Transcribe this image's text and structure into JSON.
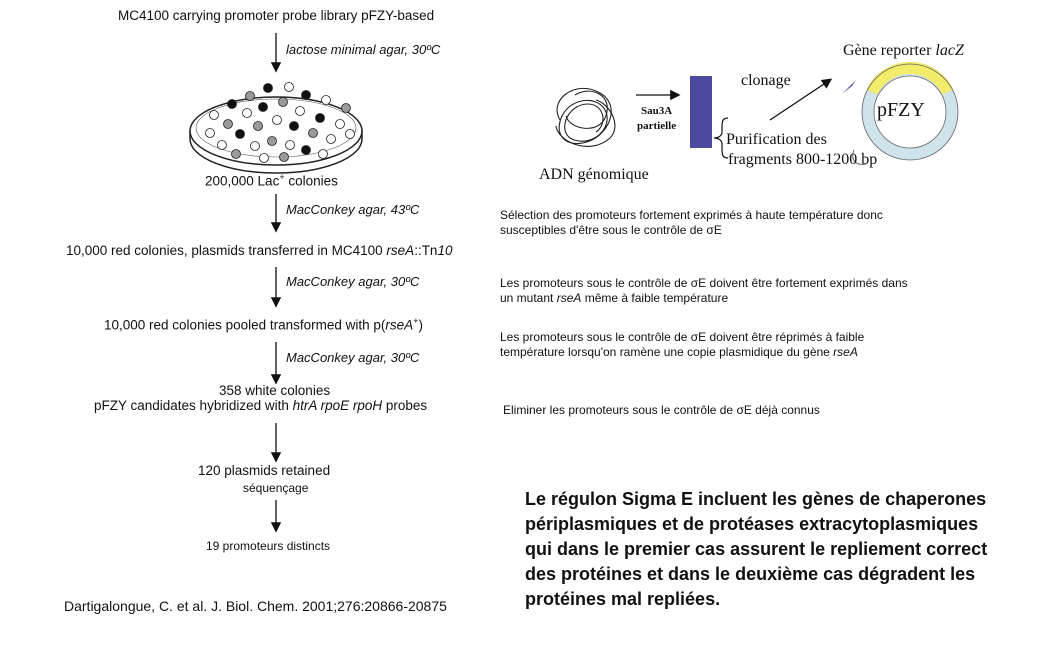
{
  "flow": {
    "start": "MC4100 carrying promoter probe library pFZY-based",
    "cond1": "lactose minimal agar, 30ºC",
    "step1": {
      "prefix": "200,000 Lac",
      "sup": "+",
      "suffix": " colonies"
    },
    "cond2": "MacConkey agar, 43ºC",
    "step2": {
      "prefix": "10,000 red colonies, plasmids  transferred in MC4100 ",
      "gene": "rseA",
      "mid": "::Tn",
      "tn": "10"
    },
    "cond3": "MacConkey agar, 30ºC",
    "step3": {
      "prefix": "10,000 red colonies pooled transformed with p(",
      "gene": "rseA",
      "sup": "+",
      "suffix": ")"
    },
    "cond4": "MacConkey agar, 30ºC",
    "step4a": "358 white colonies",
    "step4b": {
      "prefix": "pFZY candidates hybridized with ",
      "genes": "htrA rpoE rpoH",
      "suffix": " probes"
    },
    "step5a": "120 plasmids retained",
    "step5b": "séquençage",
    "step6": "19 promoteurs distincts"
  },
  "schema": {
    "genomic_label": "ADN génomique",
    "enzyme_line1": "Sau3A",
    "enzyme_line2": "partielle",
    "purif_line1": "Purification des",
    "purif_line2": "fragments 800-1200 bp",
    "clonage": "clonage",
    "reporter_prefix": "Gène reporter ",
    "reporter_gene": "lacZ",
    "plasmid": "pFZY"
  },
  "notes": {
    "n1_line1": "Sélection des promoteurs fortement exprimés à haute température donc",
    "n1_line2": "susceptibles d'être sous le contrôle de σE",
    "n2_line1": "Les promoteurs sous le contrôle de σE doivent être fortement exprimés dans",
    "n2_line2_pre": "un mutant ",
    "n2_line2_gene": "rseA",
    "n2_line2_post": " même à faible température",
    "n3_line1": "Les promoteurs sous le contrôle de σE doivent être réprimés à faible",
    "n3_line2_pre": "température lorsqu'on ramène une copie plasmidique du gène  ",
    "n3_line2_gene": "rseA",
    "n4": "Eliminer les promoteurs sous le contrôle de σE déjà connus"
  },
  "conclusion": "Le régulon Sigma E incluent les gènes de chaperones périplasmiques et de protéases extracytoplasmiques qui dans le premier cas assurent le repliement correct des protéines et dans le deuxième cas dégradent les protéines mal repliées.",
  "citation": "Dartigalongue, C. et al. J. Biol. Chem. 2001;276:20866-20875",
  "colors": {
    "fragment_bar": "#4b4a9e",
    "plasmid_yellow": "#f2ec6a",
    "plasmid_blue": "#cfe3ea",
    "insert": "#4b4a9e"
  }
}
